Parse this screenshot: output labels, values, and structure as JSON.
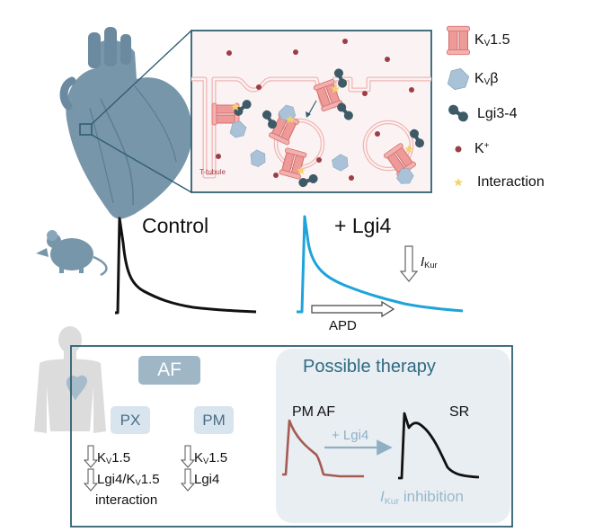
{
  "legend": {
    "kv15": {
      "main": "K",
      "sub": "V",
      "rest": "1.5"
    },
    "kvb": {
      "main": "K",
      "sub": "V",
      "rest": "β"
    },
    "lgi": "Lgi3-4",
    "k": {
      "main": "K",
      "sup": "+"
    },
    "interaction": "Interaction"
  },
  "inset": {
    "ttubule": "T-tubule"
  },
  "traces": {
    "control": "Control",
    "lgi4": "+ Lgi4",
    "ikur": {
      "main": "I",
      "sub": "Kur"
    },
    "apd": "APD"
  },
  "af_panel": {
    "af": "AF",
    "px": "PX",
    "pm": "PM",
    "px_list": [
      {
        "main": "K",
        "sub": "V",
        "rest": "1.5"
      },
      {
        "main": "Lgi4/K",
        "sub": "V",
        "rest": "1.5"
      }
    ],
    "px_extra": "interaction",
    "pm_list": [
      {
        "main": "K",
        "sub": "V",
        "rest": "1.5"
      },
      {
        "main": "Lgi4",
        "sub": "",
        "rest": ""
      }
    ]
  },
  "therapy": {
    "title": "Possible therapy",
    "pm_af": "PM AF",
    "sr": "SR",
    "arrow_label": "+ Lgi4",
    "inhibition": {
      "main": "I",
      "sub": "Kur",
      "rest": " inhibition"
    }
  },
  "colors": {
    "frame": "#2f5f72",
    "heart": "#7896aa",
    "heart_dark": "#4d6e82",
    "channel": "#ee9a98",
    "channel_dark": "#d16f6d",
    "lgi": "#3e5a66",
    "kvb": "#a9c2d8",
    "kdot": "#9c3e47",
    "star": "#f6d36a",
    "membrane": "#f0b6b4",
    "inset_bg": "#fbf3f3",
    "blue_trace": "#1ea3dc",
    "brown_trace": "#a65a52",
    "pill": "#9fb6c7",
    "pill_light": "#d8e4ee",
    "therapy_bg": "#e9eef3",
    "therapy_text": "#2f6a80",
    "inhibition_text": "#98b8cc",
    "arrow_fill": "#8fb0c4"
  }
}
